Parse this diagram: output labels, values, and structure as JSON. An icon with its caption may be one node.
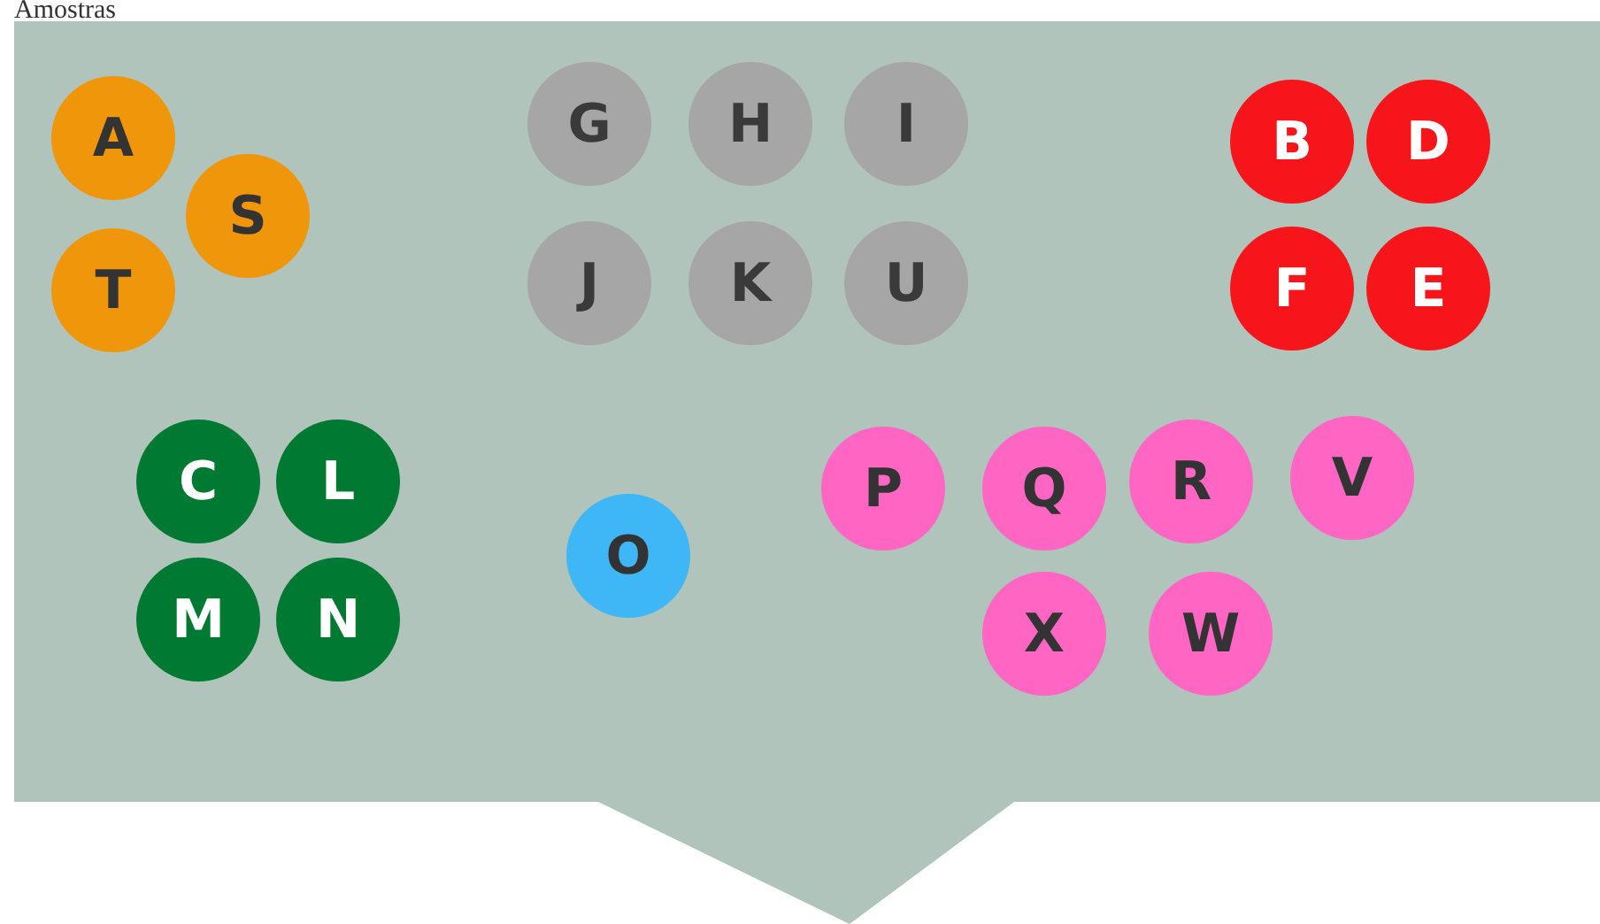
{
  "diagram": {
    "nodes": [
      {
        "text": [
          "Amostras"
        ]
      },
      {
        "text": [
          "A"
        ],
        "in": 0
      },
      {
        "text": [
          "S"
        ],
        "in": 0
      },
      {
        "text": [
          "T"
        ],
        "in": 0
      },
      {
        "text": [
          "G"
        ],
        "in": 0
      },
      {
        "text": [
          "H"
        ],
        "in": 0
      },
      {
        "text": [
          "I"
        ],
        "in": 0
      },
      {
        "text": [
          "J"
        ],
        "in": 0
      },
      {
        "text": [
          "K"
        ],
        "in": 0
      },
      {
        "text": [
          "U"
        ],
        "in": 0
      },
      {
        "text": [
          "B"
        ],
        "in": 0
      },
      {
        "text": [
          "D"
        ],
        "in": 0
      },
      {
        "text": [
          "F"
        ],
        "in": 0
      },
      {
        "text": [
          "E"
        ],
        "in": 0
      },
      {
        "text": [
          "C"
        ],
        "in": 0
      },
      {
        "text": [
          "L"
        ],
        "in": 0
      },
      {
        "text": [
          "M"
        ],
        "in": 0
      },
      {
        "text": [
          "N"
        ],
        "in": 0
      },
      {
        "text": [
          "O"
        ],
        "in": 0
      },
      {
        "text": [
          "P"
        ],
        "in": 0
      },
      {
        "text": [
          "Q"
        ],
        "in": 0
      },
      {
        "text": [
          "R"
        ],
        "in": 0
      },
      {
        "text": [
          "V"
        ],
        "in": 0
      },
      {
        "text": [
          "X"
        ],
        "in": 0
      },
      {
        "text": [
          "W"
        ],
        "in": 0
      }
    ]
  }
}
